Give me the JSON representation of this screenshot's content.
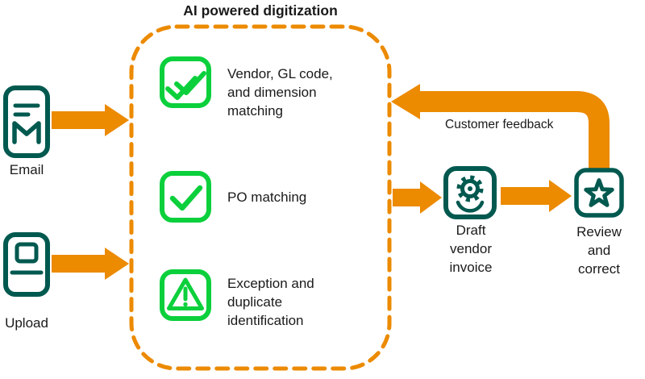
{
  "title": "AI powered digitization",
  "colors": {
    "orange": "#EC8A00",
    "teal": "#00594F",
    "green": "#0BD03C",
    "text": "#1a1a1a"
  },
  "inputs": [
    {
      "label": "Email",
      "icon": "email-icon"
    },
    {
      "label": "Upload",
      "icon": "upload-icon"
    }
  ],
  "ai_box": {
    "steps": [
      {
        "label": "Vendor, GL code, and dimension matching",
        "icon": "double-check-icon"
      },
      {
        "label": "PO matching",
        "icon": "check-icon"
      },
      {
        "label": "Exception and duplicate identification",
        "icon": "warning-triangle-icon"
      }
    ]
  },
  "outputs": [
    {
      "label": "Draft vendor invoice",
      "icon": "gear-icon"
    },
    {
      "label": "Review and correct",
      "icon": "star-icon"
    }
  ],
  "feedback": {
    "label": "Customer feedback"
  }
}
